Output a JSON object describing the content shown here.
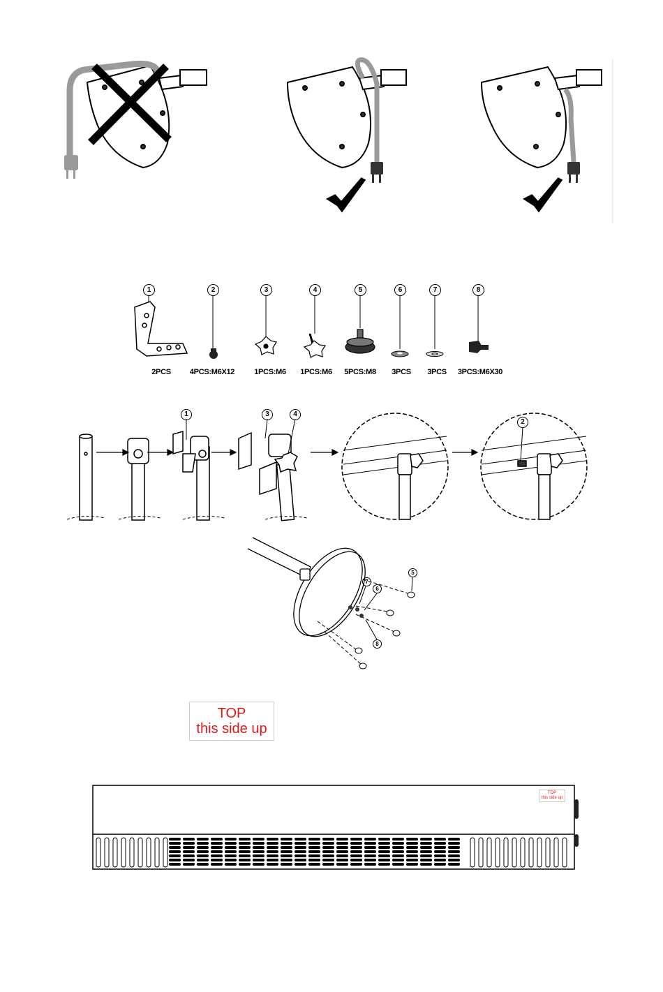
{
  "parts": [
    {
      "number": "1",
      "qty": "2PCS",
      "icon": "bracket-icon"
    },
    {
      "number": "2",
      "qty": "4PCS:M6X12",
      "icon": "screw-icon"
    },
    {
      "number": "3",
      "qty": "1PCS:M6",
      "icon": "star-knob-icon"
    },
    {
      "number": "4",
      "qty": "1PCS:M6",
      "icon": "star-knob-bolt-icon"
    },
    {
      "number": "5",
      "qty": "5PCS:M8",
      "icon": "foot-icon"
    },
    {
      "number": "6",
      "qty": "3PCS",
      "icon": "washer-icon"
    },
    {
      "number": "7",
      "qty": "3PCS",
      "icon": "flat-washer-icon"
    },
    {
      "number": "8",
      "qty": "3PCS:M6X30",
      "icon": "bolt-icon"
    }
  ],
  "steps": {
    "callout_1": "1",
    "callout_3": "3",
    "callout_4": "4",
    "callout_2": "2"
  },
  "base": {
    "callout_5": "5",
    "callout_7": "7",
    "callout_6": "6",
    "callout_8": "8"
  },
  "label": {
    "line1": "TOP",
    "line2": "this side up"
  },
  "heater_label": {
    "line1": "TOP",
    "line2": "this side up"
  },
  "colors": {
    "label_text": "#e01818",
    "line_art": "#000000",
    "cable": "#9a9a9a"
  }
}
